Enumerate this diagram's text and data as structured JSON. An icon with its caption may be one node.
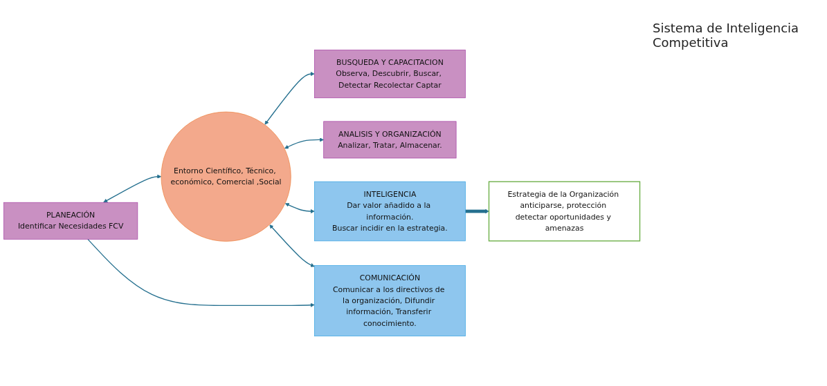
{
  "diagram": {
    "nodes": [
      {
        "text": [
          "PLANEACIÓN",
          "Identificar Necesidades FCV"
        ]
      },
      {
        "text": [
          "BUSQUEDA Y CAPACITACION",
          "Observa, Descubrir, Buscar, Detectar Recolectar Captar"
        ]
      },
      {
        "text": [
          "ANALISIS Y ORGANIZACIÓN",
          "Analizar, Tratar, Almacenar."
        ]
      },
      {
        "text": [
          "INTELIGENCIA",
          "Dar valor añadido a la información.",
          "Buscar incidir en la estrategia."
        ]
      },
      {
        "text": [
          "Entorno Científico, Técnico, económico, Comercial ,Social"
        ]
      },
      {
        "text": [
          "COMUNICACIÓN",
          "Comunicar a los directivos de la organización, Difundir información, Transferir conocimiento."
        ]
      },
      {
        "text": [
          "Estrategia de la Organización anticiparse, protección detectar oportunidades y amenazas"
        ]
      }
    ],
    "edges": [
      {
        "from": 0,
        "to": 4,
        "arrow": "both"
      },
      {
        "from": 4,
        "to": 1,
        "arrow": "both"
      },
      {
        "from": 4,
        "to": 2,
        "arrow": "both"
      },
      {
        "from": 4,
        "to": 3,
        "arrow": "both"
      },
      {
        "from": 4,
        "to": 5,
        "arrow": "both"
      },
      {
        "from": 0,
        "to": 5,
        "arrow": "to"
      },
      {
        "from": 3,
        "to": 6,
        "arrow": "to",
        "style": "thick"
      }
    ],
    "labels": [
      "Sistema de Inteligencia Competitiva"
    ]
  }
}
